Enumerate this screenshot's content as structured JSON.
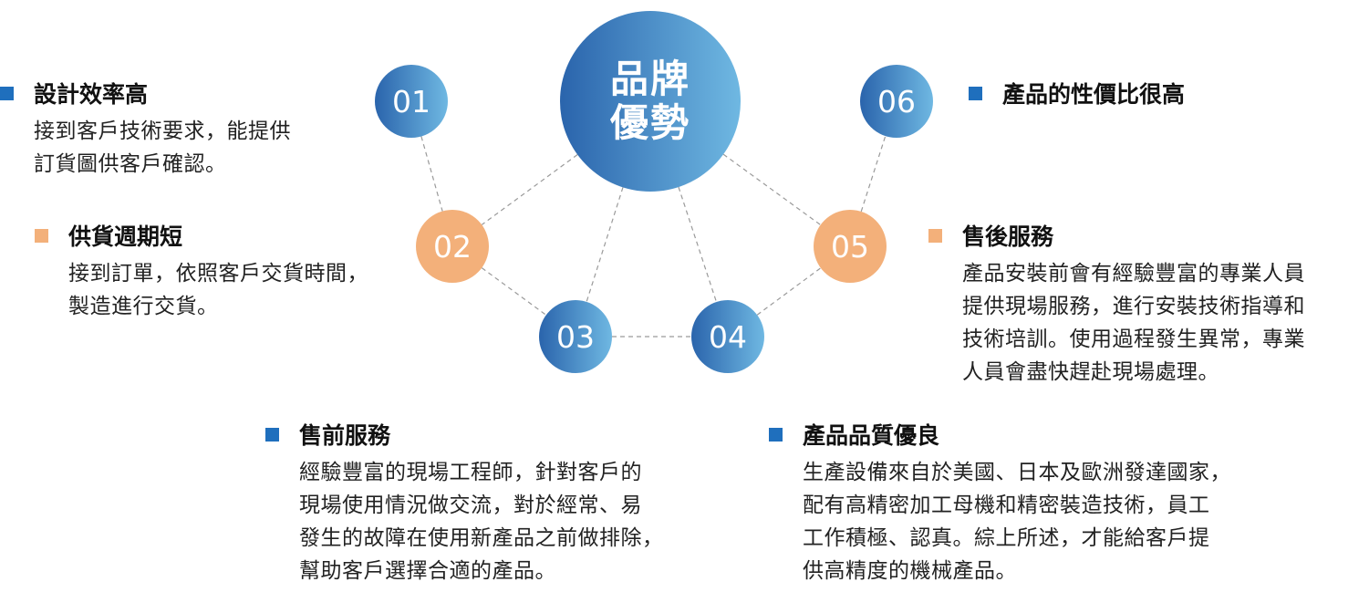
{
  "colors": {
    "blue_dark": "#2a64ac",
    "blue_light": "#6fb8e2",
    "orange": "#f3b07a",
    "bullet_blue": "#1f6fbd",
    "bullet_orange": "#f3b07a",
    "connector": "#9a9a9a"
  },
  "hub": {
    "lines": [
      "品牌",
      "優勢"
    ]
  },
  "nodes": [
    {
      "id": "01",
      "label": "01",
      "color": "blue"
    },
    {
      "id": "02",
      "label": "02",
      "color": "orange"
    },
    {
      "id": "03",
      "label": "03",
      "color": "blue"
    },
    {
      "id": "04",
      "label": "04",
      "color": "blue"
    },
    {
      "id": "05",
      "label": "05",
      "color": "orange"
    },
    {
      "id": "06",
      "label": "06",
      "color": "blue"
    }
  ],
  "blocks": [
    {
      "id": "01",
      "bullet": "square-bullet-icon",
      "bullet_color": "blue",
      "title": "設計效率高",
      "lines": [
        "接到客戶技術要求，能提供",
        "訂貨圖供客戶確認。"
      ]
    },
    {
      "id": "02",
      "bullet": "square-bullet-icon",
      "bullet_color": "orange",
      "title": "供貨週期短",
      "lines": [
        "接到訂單，依照客戶交貨時間，",
        "製造進行交貨。"
      ]
    },
    {
      "id": "03",
      "bullet": "square-bullet-icon",
      "bullet_color": "blue",
      "title": "售前服務",
      "lines": [
        "經驗豐富的現場工程師，針對客戶的",
        "現場使用情況做交流，對於經常、易",
        "發生的故障在使用新產品之前做排除，",
        "幫助客戶選擇合適的產品。"
      ]
    },
    {
      "id": "04",
      "bullet": "square-bullet-icon",
      "bullet_color": "blue",
      "title": "產品品質優良",
      "lines": [
        "生產設備來自於美國、日本及歐洲發達國家，",
        "配有高精密加工母機和精密裝造技術，員工",
        "工作積極、認真。綜上所述，才能給客戶提",
        "供高精度的機械產品。"
      ]
    },
    {
      "id": "05",
      "bullet": "square-bullet-icon",
      "bullet_color": "orange",
      "title": "售後服務",
      "lines": [
        "產品安裝前會有經驗豐富的專業人員",
        "提供現場服務，進行安裝技術指導和",
        "技術培訓。使用過程發生異常，專業",
        "人員會盡快趕赴現場處理。"
      ]
    },
    {
      "id": "06",
      "bullet": "square-bullet-icon",
      "bullet_color": "blue",
      "title": "產品的性價比很高",
      "lines": []
    }
  ]
}
